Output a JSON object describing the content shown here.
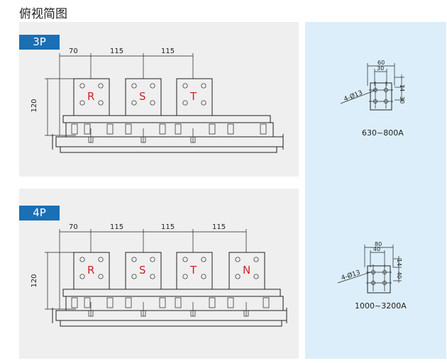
{
  "page_title": "俯视简图",
  "views": [
    {
      "label": "3P",
      "dimensions": {
        "offset": "70",
        "pitches": [
          "115",
          "115"
        ],
        "height": "120"
      },
      "phases": [
        "R",
        "S",
        "T"
      ]
    },
    {
      "label": "4P",
      "dimensions": {
        "offset": "70",
        "pitches": [
          "115",
          "115",
          "115"
        ],
        "height": "120"
      },
      "phases": [
        "R",
        "S",
        "T",
        "N"
      ]
    }
  ],
  "terminal_details": [
    {
      "range": "630~800A",
      "width": "60",
      "hole_pitch_x": "30",
      "edge_offset": "14",
      "hole_pitch_y": "30",
      "hole_spec": "4-Ø13"
    },
    {
      "range": "1000~3200A",
      "width": "80",
      "hole_pitch_x": "40",
      "edge_offset": "14",
      "hole_pitch_y": "40",
      "hole_spec": "4-Ø13"
    }
  ],
  "colors": {
    "tag_bg": "#1a6fb5",
    "phase_text": "#d21f2a",
    "side_bg": "#dceef9",
    "panel_bg": "#efefef"
  }
}
